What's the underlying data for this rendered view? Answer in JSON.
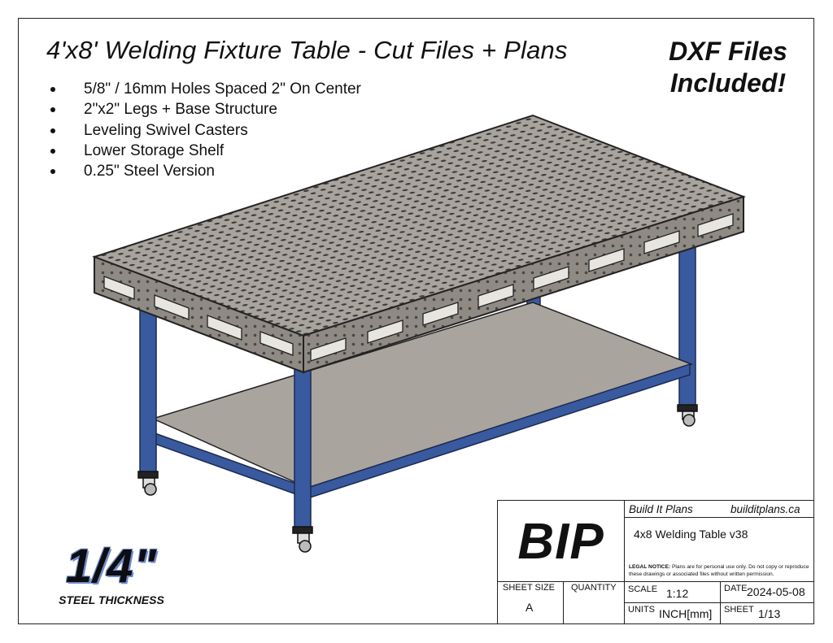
{
  "header": {
    "title": "4'x8' Welding Fixture Table - Cut Files + Plans",
    "dxf_line1": "DXF Files",
    "dxf_line2": "Included!"
  },
  "features": [
    "5/8\" / 16mm Holes Spaced 2\" On Center",
    "2\"x2\" Legs + Base Structure",
    "Leveling Swivel Casters",
    "Lower Storage Shelf",
    "0.25\" Steel Version"
  ],
  "thickness": {
    "value": "1/4\"",
    "caption": "STEEL THICKNESS"
  },
  "colors": {
    "table_top": "#a8a49d",
    "table_side": "#8f8b84",
    "shelf": "#a9a59e",
    "frame_blue": "#3a5a9f",
    "hole": "#2a2a2a"
  },
  "title_block": {
    "logo": "BIP",
    "company": "Build It Plans",
    "website": "builditplans.ca",
    "drawing_name": "4x8 Welding Table v38",
    "legal_label": "LEGAL NOTICE:",
    "legal_text": "Plans are for personal use only. Do not copy or reproduce these drawings or associated files without written permission.",
    "sheet_size_label": "SHEET SIZE",
    "sheet_size": "A",
    "quantity_label": "QUANTITY",
    "quantity": "",
    "scale_label": "SCALE",
    "scale": "1:12",
    "date_label": "DATE",
    "date": "2024-05-08",
    "units_label": "UNITS",
    "units": "INCH[mm]",
    "sheet_label": "SHEET",
    "sheet": "1/13"
  }
}
